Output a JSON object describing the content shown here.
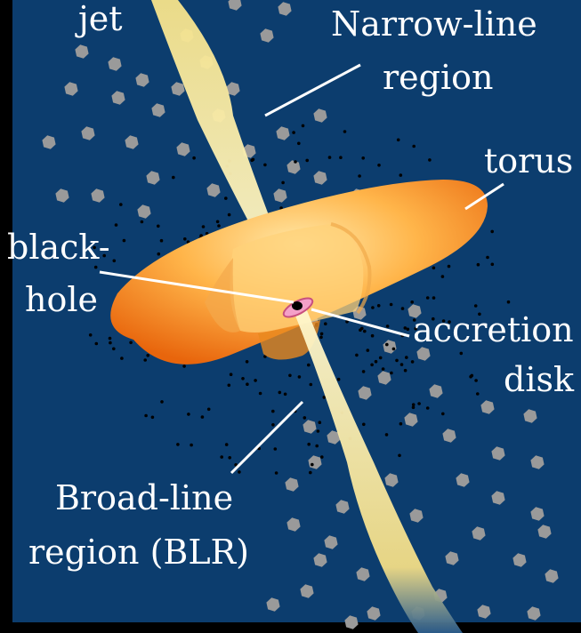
{
  "labels": {
    "jet": "jet",
    "narrow_line_1": "Narrow-line",
    "narrow_line_2": "region",
    "torus": "torus",
    "black_1": "black-",
    "black_2": "hole",
    "accretion_1": "accretion",
    "accretion_2": "disk",
    "broad_1": "Broad-line",
    "broad_2": "region (BLR)"
  },
  "colors": {
    "background": "#0c3d6e",
    "outer_frame": "#000000",
    "clouds": "#9a9a9a",
    "blr_dots": "#000000",
    "torus_outer": "#f07a10",
    "torus_inner": "#ffd98a",
    "jet": "#fff6c0",
    "disk": "#f29ac6",
    "label_text": "#ffffff"
  }
}
